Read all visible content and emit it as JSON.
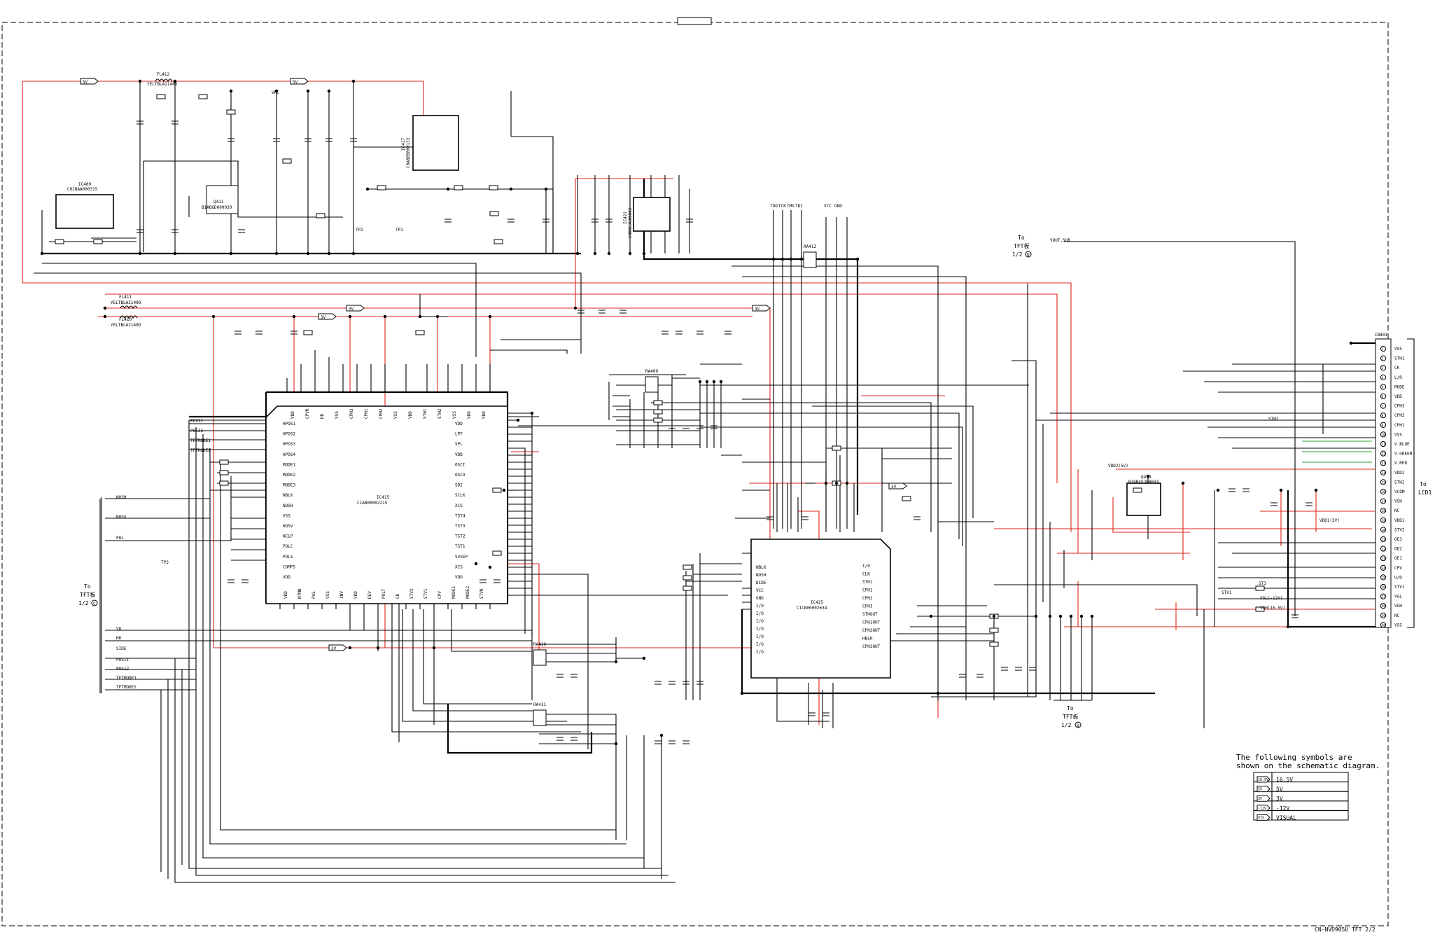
{
  "ic_labels": {
    "ic409": "IC409",
    "ic409_part": "C0JBAA000315",
    "ic417": "IC417",
    "ic417_part": "C0ABEB000133",
    "ic421": "IC421",
    "ic421_part": "C0DBCJG00002",
    "ic415": "IC415",
    "ic415_part": "C1AB00002215",
    "ic425": "IC425",
    "ic425_part": "C1CB00002634",
    "q411": "Q411",
    "q411_part": "B1ABGD000020",
    "q413": "Q413",
    "q413_part": "B1GBCFJN0033",
    "ra409": "RA409",
    "ra410": "RA410",
    "ra411": "RA411",
    "ra412": "RA412",
    "fl412": "FL412",
    "fl412_part": "YELTBLA2140D",
    "fl411": "FL411",
    "fl411_part": "YELTBLA2140D",
    "fl410": "FL410",
    "fl410_part": "YELTBLA2140D"
  },
  "connector": {
    "name": "CN401",
    "pins": [
      "1",
      "2",
      "3",
      "4",
      "5",
      "6",
      "7",
      "8",
      "9",
      "10",
      "11",
      "12",
      "13",
      "14",
      "15",
      "16",
      "17",
      "18",
      "19",
      "20",
      "21",
      "22",
      "23",
      "24",
      "25",
      "26",
      "27",
      "28",
      "29",
      "30"
    ],
    "signals": [
      "VSS",
      "STH1",
      "CK",
      "L/R",
      "MODE",
      "VDD",
      "CPH3",
      "CPH2",
      "CPH1",
      "VSS",
      "V.BLUE",
      "V.GREEN",
      "V.RED",
      "VDD2",
      "STH2",
      "VCOM",
      "VSH",
      "NC",
      "VDD1",
      "STV2",
      "OE3",
      "OE2",
      "OE1",
      "CPV",
      "U/D",
      "STV1",
      "VGL",
      "VGH",
      "NC",
      "VSS"
    ],
    "to": "To",
    "dest": "LCD1"
  },
  "offpage": [
    {
      "to": "To",
      "dest": "TFT板",
      "ref": "1/2",
      "mark": "C"
    },
    {
      "to": "To",
      "dest": "TFT板",
      "ref": "1/2",
      "mark": "D"
    },
    {
      "to": "To",
      "dest": "TFT板",
      "ref": "1/2",
      "mark": "B"
    }
  ],
  "ic415_left_pins": [
    "HPOS1",
    "HPOS2",
    "HPOS3",
    "HPOS4",
    "MODE1",
    "MODE2",
    "MODE3",
    "NBLK",
    "NOSH",
    "VSS",
    "NOSV",
    "NCLP",
    "POLC",
    "POLS",
    "COMPS",
    "VDD"
  ],
  "ic415_right_pins": [
    "VDD",
    "LPF",
    "SPL",
    "VDD",
    "OSCI",
    "OSCO",
    "SDI",
    "SCLK",
    "XCS",
    "TST4",
    "TST3",
    "TST2",
    "TST1",
    "SVSEP",
    "XCS",
    "VDD"
  ],
  "ic415_top_pins": [
    "VDD",
    "CPVR",
    "DD",
    "VSS",
    "CPH3",
    "CPH1",
    "CPH2",
    "VSS",
    "VDD",
    "STH1",
    "STH2",
    "VSS",
    "VDD",
    "VDD"
  ],
  "ic415_bottom_pins": [
    "VDD",
    "NTMB",
    "PAL",
    "VSS",
    "INV",
    "VDD",
    "DEV",
    "POLT",
    "CK",
    "STV2",
    "STV1",
    "CPV",
    "MODE1",
    "MODE2",
    "STVR"
  ],
  "ic425_left_pins": [
    "NBLK",
    "NOSH",
    "DIDE",
    "VCC",
    "GND",
    "I/O",
    "I/O",
    "I/O",
    "I/O",
    "I/O",
    "I/O",
    "I/O"
  ],
  "ic425_right_pins": [
    "I/O",
    "CLK",
    "STH1",
    "CPH1",
    "CPH2",
    "CPH3",
    "STHOUT",
    "CPH1OUT",
    "CPH2OUT",
    "HBLK",
    "CPH3OUT"
  ],
  "left_signals": [
    "NOSH",
    "NOSV",
    "POL",
    "VD",
    "HD",
    "SIDE"
  ],
  "left_bus": [
    "POS11",
    "POS12",
    "TFTMODE1",
    "TFTMODE2"
  ],
  "top_inputs": [
    "POSI1",
    "POSI2",
    "TFTMODE1",
    "TFTMODE2"
  ],
  "rails": {
    "r5v": "5V",
    "r3v": "3V",
    "vhc": "VHC",
    "vout": "VOUT.SUB",
    "vdd": "VDD2(5V)",
    "vgh": "VGH(16.5V)",
    "vgl": "VGL(-12V)",
    "vdd1": "VDD1(3V)"
  },
  "test_points": [
    "TDO",
    "TCK",
    "TMS",
    "TDI",
    "VCC",
    "GND",
    "TP2",
    "TP1",
    "TP3",
    "ST3",
    "STH2",
    "STV1"
  ],
  "legend": {
    "title": "The following symbols are",
    "title2": "shown on the schematic diagram.",
    "items": [
      {
        "sym": "16.5V",
        "label": "16.5V"
      },
      {
        "sym": "5V",
        "label": "5V"
      },
      {
        "sym": "3V",
        "label": "3V"
      },
      {
        "sym": "-12V",
        "label": "-12V"
      },
      {
        "sym": "VIS",
        "label": "VISUAL"
      }
    ]
  },
  "footer": "CN-NVD905U TFT 2/2",
  "colors": {
    "power": "#e0251c",
    "signal": "#000000",
    "video": "#2e9e2e"
  }
}
